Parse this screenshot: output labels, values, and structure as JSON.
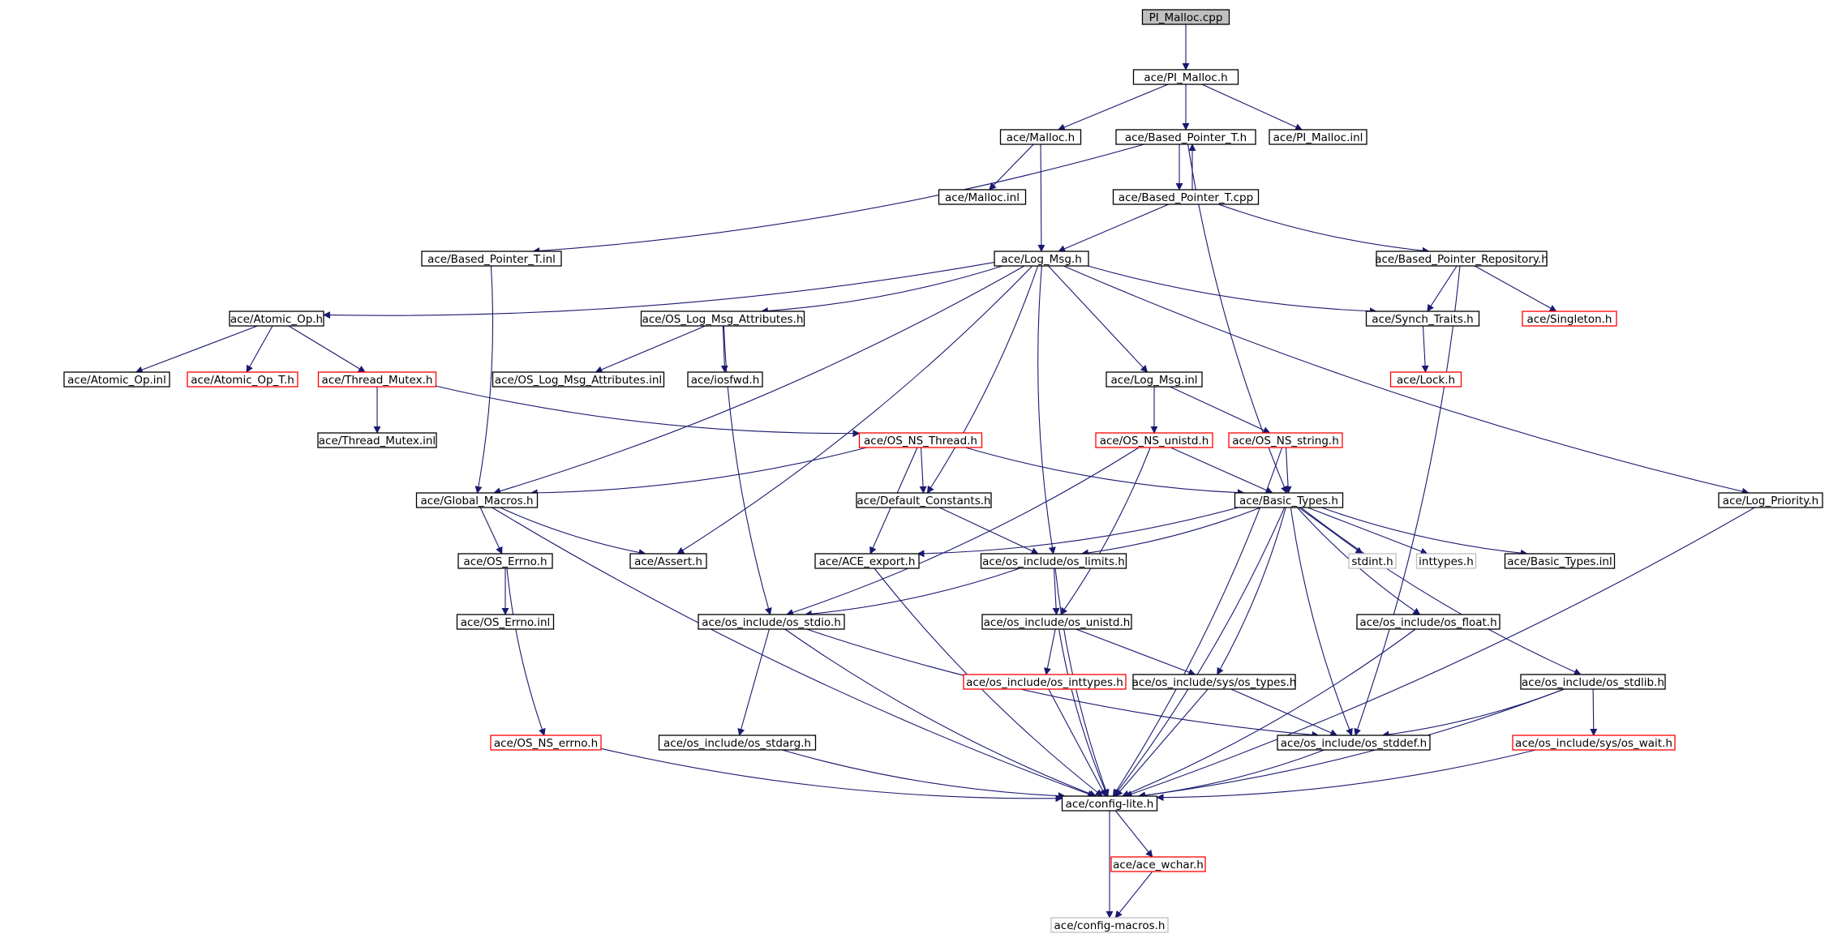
{
  "title": "PI_Malloc.cpp",
  "colors": {
    "edge": "#191970",
    "root_fill": "#bfbfbf",
    "border_normal": "#000000",
    "border_truncated": "#ff0000",
    "border_external": "#bfbfbf"
  },
  "nodes": [
    {
      "id": "n_root",
      "label": "PI_Malloc.cpp",
      "kind": "root"
    },
    {
      "id": "n_pimalloc_h",
      "label": "ace/PI_Malloc.h",
      "kind": "normal"
    },
    {
      "id": "n_malloc_h",
      "label": "ace/Malloc.h",
      "kind": "normal"
    },
    {
      "id": "n_bpt_h",
      "label": "ace/Based_Pointer_T.h",
      "kind": "normal"
    },
    {
      "id": "n_pimalloc_inl",
      "label": "ace/PI_Malloc.inl",
      "kind": "normal"
    },
    {
      "id": "n_malloc_inl",
      "label": "ace/Malloc.inl",
      "kind": "normal"
    },
    {
      "id": "n_bpt_cpp",
      "label": "ace/Based_Pointer_T.cpp",
      "kind": "normal"
    },
    {
      "id": "n_bpt_inl",
      "label": "ace/Based_Pointer_T.inl",
      "kind": "normal"
    },
    {
      "id": "n_logmsg_h",
      "label": "ace/Log_Msg.h",
      "kind": "normal"
    },
    {
      "id": "n_bpr_h",
      "label": "ace/Based_Pointer_Repository.h",
      "kind": "normal"
    },
    {
      "id": "n_atomic_h",
      "label": "ace/Atomic_Op.h",
      "kind": "normal"
    },
    {
      "id": "n_oslma_h",
      "label": "ace/OS_Log_Msg_Attributes.h",
      "kind": "normal"
    },
    {
      "id": "n_synch_h",
      "label": "ace/Synch_Traits.h",
      "kind": "normal"
    },
    {
      "id": "n_singleton_h",
      "label": "ace/Singleton.h",
      "kind": "truncated"
    },
    {
      "id": "n_atomic_inl",
      "label": "ace/Atomic_Op.inl",
      "kind": "normal"
    },
    {
      "id": "n_atomict_h",
      "label": "ace/Atomic_Op_T.h",
      "kind": "truncated"
    },
    {
      "id": "n_thmutex_h",
      "label": "ace/Thread_Mutex.h",
      "kind": "truncated"
    },
    {
      "id": "n_oslma_inl",
      "label": "ace/OS_Log_Msg_Attributes.inl",
      "kind": "normal"
    },
    {
      "id": "n_iosfwd_h",
      "label": "ace/iosfwd.h",
      "kind": "normal"
    },
    {
      "id": "n_logmsg_inl",
      "label": "ace/Log_Msg.inl",
      "kind": "normal"
    },
    {
      "id": "n_lock_h",
      "label": "ace/Lock.h",
      "kind": "truncated"
    },
    {
      "id": "n_thmutex_inl",
      "label": "ace/Thread_Mutex.inl",
      "kind": "normal"
    },
    {
      "id": "n_osnsthread_h",
      "label": "ace/OS_NS_Thread.h",
      "kind": "truncated"
    },
    {
      "id": "n_osnsunistd_h",
      "label": "ace/OS_NS_unistd.h",
      "kind": "truncated"
    },
    {
      "id": "n_osnsstring_h",
      "label": "ace/OS_NS_string.h",
      "kind": "truncated"
    },
    {
      "id": "n_globalmacros_h",
      "label": "ace/Global_Macros.h",
      "kind": "normal"
    },
    {
      "id": "n_defconst_h",
      "label": "ace/Default_Constants.h",
      "kind": "normal"
    },
    {
      "id": "n_basictypes_h",
      "label": "ace/Basic_Types.h",
      "kind": "normal"
    },
    {
      "id": "n_logprio_h",
      "label": "ace/Log_Priority.h",
      "kind": "normal"
    },
    {
      "id": "n_oserrno_h",
      "label": "ace/OS_Errno.h",
      "kind": "normal"
    },
    {
      "id": "n_assert_h",
      "label": "ace/Assert.h",
      "kind": "normal"
    },
    {
      "id": "n_aceexport_h",
      "label": "ace/ACE_export.h",
      "kind": "normal"
    },
    {
      "id": "n_oslimits_h",
      "label": "ace/os_include/os_limits.h",
      "kind": "normal"
    },
    {
      "id": "n_stdint_h",
      "label": "stdint.h",
      "kind": "external"
    },
    {
      "id": "n_inttypes_h",
      "label": "inttypes.h",
      "kind": "external"
    },
    {
      "id": "n_basictypes_inl",
      "label": "ace/Basic_Types.inl",
      "kind": "normal"
    },
    {
      "id": "n_oserrno_inl",
      "label": "ace/OS_Errno.inl",
      "kind": "normal"
    },
    {
      "id": "n_osstdio_h",
      "label": "ace/os_include/os_stdio.h",
      "kind": "normal"
    },
    {
      "id": "n_osunistd_h",
      "label": "ace/os_include/os_unistd.h",
      "kind": "normal"
    },
    {
      "id": "n_osfloat_h",
      "label": "ace/os_include/os_float.h",
      "kind": "normal"
    },
    {
      "id": "n_osinttypes_h",
      "label": "ace/os_include/os_inttypes.h",
      "kind": "truncated"
    },
    {
      "id": "n_systypes_h",
      "label": "ace/os_include/sys/os_types.h",
      "kind": "normal"
    },
    {
      "id": "n_osstdlib_h",
      "label": "ace/os_include/os_stdlib.h",
      "kind": "normal"
    },
    {
      "id": "n_osnserrno_h",
      "label": "ace/OS_NS_errno.h",
      "kind": "truncated"
    },
    {
      "id": "n_osstdarg_h",
      "label": "ace/os_include/os_stdarg.h",
      "kind": "normal"
    },
    {
      "id": "n_osstddef_h",
      "label": "ace/os_include/os_stddef.h",
      "kind": "normal"
    },
    {
      "id": "n_syswait_h",
      "label": "ace/os_include/sys/os_wait.h",
      "kind": "truncated"
    },
    {
      "id": "n_configlite_h",
      "label": "ace/config-lite.h",
      "kind": "normal"
    },
    {
      "id": "n_acewchar_h",
      "label": "ace/ace_wchar.h",
      "kind": "truncated"
    },
    {
      "id": "n_configmacros_h",
      "label": "ace/config-macros.h",
      "kind": "external"
    }
  ],
  "edges": [
    [
      "n_root",
      "n_pimalloc_h"
    ],
    [
      "n_pimalloc_h",
      "n_malloc_h"
    ],
    [
      "n_pimalloc_h",
      "n_bpt_h"
    ],
    [
      "n_pimalloc_h",
      "n_pimalloc_inl"
    ],
    [
      "n_malloc_h",
      "n_malloc_inl"
    ],
    [
      "n_malloc_h",
      "n_logmsg_h"
    ],
    [
      "n_bpt_h",
      "n_bpt_cpp"
    ],
    [
      "n_bpt_cpp",
      "n_bpt_h"
    ],
    [
      "n_bpt_h",
      "n_bpt_inl"
    ],
    [
      "n_bpt_h",
      "n_basictypes_h"
    ],
    [
      "n_bpt_cpp",
      "n_logmsg_h"
    ],
    [
      "n_bpt_cpp",
      "n_bpr_h"
    ],
    [
      "n_bpt_inl",
      "n_globalmacros_h"
    ],
    [
      "n_logmsg_h",
      "n_atomic_h"
    ],
    [
      "n_logmsg_h",
      "n_oslma_h"
    ],
    [
      "n_logmsg_h",
      "n_synch_h"
    ],
    [
      "n_logmsg_h",
      "n_logmsg_inl"
    ],
    [
      "n_logmsg_h",
      "n_logprio_h"
    ],
    [
      "n_logmsg_h",
      "n_globalmacros_h"
    ],
    [
      "n_logmsg_h",
      "n_assert_h"
    ],
    [
      "n_logmsg_h",
      "n_defconst_h"
    ],
    [
      "n_logmsg_h",
      "n_oslimits_h"
    ],
    [
      "n_bpr_h",
      "n_synch_h"
    ],
    [
      "n_bpr_h",
      "n_singleton_h"
    ],
    [
      "n_bpr_h",
      "n_osstddef_h"
    ],
    [
      "n_synch_h",
      "n_lock_h"
    ],
    [
      "n_atomic_h",
      "n_atomic_inl"
    ],
    [
      "n_atomic_h",
      "n_atomict_h"
    ],
    [
      "n_atomic_h",
      "n_thmutex_h"
    ],
    [
      "n_oslma_h",
      "n_oslma_inl"
    ],
    [
      "n_oslma_h",
      "n_iosfwd_h"
    ],
    [
      "n_oslma_h",
      "n_osstdio_h"
    ],
    [
      "n_thmutex_h",
      "n_thmutex_inl"
    ],
    [
      "n_thmutex_h",
      "n_osnsthread_h"
    ],
    [
      "n_logmsg_inl",
      "n_osnsunistd_h"
    ],
    [
      "n_logmsg_inl",
      "n_osnsstring_h"
    ],
    [
      "n_osnsthread_h",
      "n_globalmacros_h"
    ],
    [
      "n_osnsthread_h",
      "n_defconst_h"
    ],
    [
      "n_osnsthread_h",
      "n_basictypes_h"
    ],
    [
      "n_osnsthread_h",
      "n_aceexport_h"
    ],
    [
      "n_osnsunistd_h",
      "n_basictypes_h"
    ],
    [
      "n_osnsunistd_h",
      "n_osunistd_h"
    ],
    [
      "n_osnsunistd_h",
      "n_osstdio_h"
    ],
    [
      "n_osnsstring_h",
      "n_basictypes_h"
    ],
    [
      "n_osnsstring_h",
      "n_configlite_h"
    ],
    [
      "n_globalmacros_h",
      "n_oserrno_h"
    ],
    [
      "n_globalmacros_h",
      "n_assert_h"
    ],
    [
      "n_globalmacros_h",
      "n_configlite_h"
    ],
    [
      "n_defconst_h",
      "n_oslimits_h"
    ],
    [
      "n_basictypes_h",
      "n_aceexport_h"
    ],
    [
      "n_basictypes_h",
      "n_oslimits_h"
    ],
    [
      "n_basictypes_h",
      "n_stdint_h"
    ],
    [
      "n_basictypes_h",
      "n_inttypes_h"
    ],
    [
      "n_basictypes_h",
      "n_basictypes_inl"
    ],
    [
      "n_basictypes_h",
      "n_osfloat_h"
    ],
    [
      "n_basictypes_h",
      "n_systypes_h"
    ],
    [
      "n_basictypes_h",
      "n_osstddef_h"
    ],
    [
      "n_basictypes_h",
      "n_osstdlib_h"
    ],
    [
      "n_basictypes_h",
      "n_configlite_h"
    ],
    [
      "n_logprio_h",
      "n_configlite_h"
    ],
    [
      "n_oserrno_h",
      "n_oserrno_inl"
    ],
    [
      "n_oserrno_h",
      "n_osnserrno_h"
    ],
    [
      "n_aceexport_h",
      "n_configlite_h"
    ],
    [
      "n_oslimits_h",
      "n_osunistd_h"
    ],
    [
      "n_oslimits_h",
      "n_osstdio_h"
    ],
    [
      "n_oslimits_h",
      "n_configlite_h"
    ],
    [
      "n_osstdio_h",
      "n_osstdarg_h"
    ],
    [
      "n_osstdio_h",
      "n_osstddef_h"
    ],
    [
      "n_osstdio_h",
      "n_configlite_h"
    ],
    [
      "n_osunistd_h",
      "n_osinttypes_h"
    ],
    [
      "n_osunistd_h",
      "n_systypes_h"
    ],
    [
      "n_osunistd_h",
      "n_configlite_h"
    ],
    [
      "n_osfloat_h",
      "n_configlite_h"
    ],
    [
      "n_osinttypes_h",
      "n_configlite_h"
    ],
    [
      "n_systypes_h",
      "n_osstddef_h"
    ],
    [
      "n_systypes_h",
      "n_configlite_h"
    ],
    [
      "n_osstdlib_h",
      "n_osstddef_h"
    ],
    [
      "n_osstdlib_h",
      "n_syswait_h"
    ],
    [
      "n_osstdlib_h",
      "n_configlite_h"
    ],
    [
      "n_osnserrno_h",
      "n_configlite_h"
    ],
    [
      "n_osstdarg_h",
      "n_configlite_h"
    ],
    [
      "n_osstddef_h",
      "n_configlite_h"
    ],
    [
      "n_syswait_h",
      "n_configlite_h"
    ],
    [
      "n_configlite_h",
      "n_acewchar_h"
    ],
    [
      "n_configlite_h",
      "n_configmacros_h"
    ],
    [
      "n_acewchar_h",
      "n_configmacros_h"
    ]
  ]
}
